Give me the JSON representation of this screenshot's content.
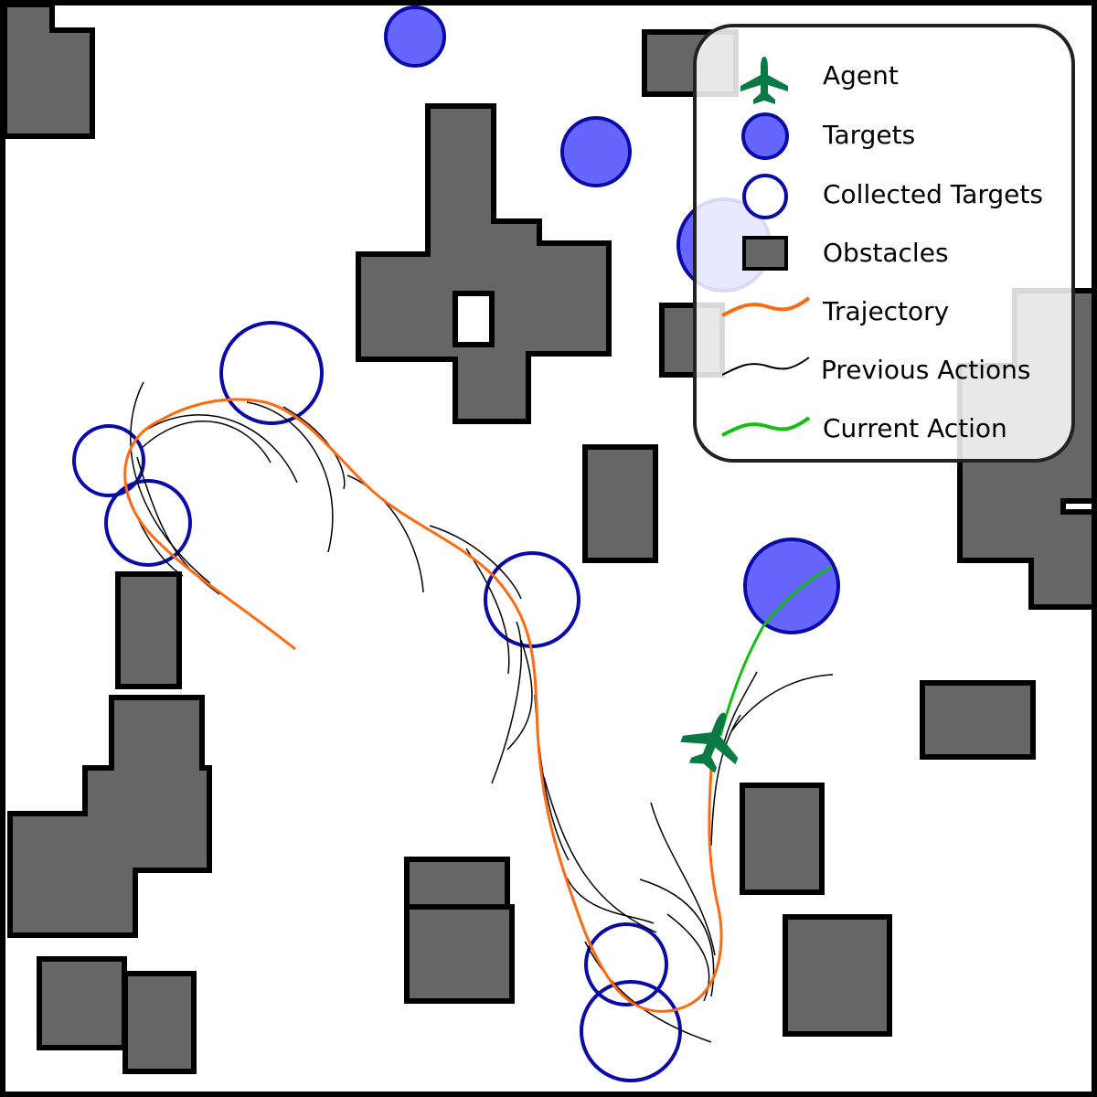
{
  "scene": {
    "colors": {
      "obstacle_fill": "#666666",
      "obstacle_stroke": "#000000",
      "target_fill": "#6666ff",
      "target_stroke": "#0a0aa8",
      "trajectory": "#ff6a10",
      "previous_actions": "#000000",
      "current_action": "#14bf14",
      "agent": "#0a7a45",
      "legend_border": "#222222",
      "legend_background": "rgba(255,255,255,0.85)"
    },
    "agent_icon": "airplane-icon"
  },
  "legend": {
    "items": [
      {
        "key": "agent",
        "label": "Agent",
        "icon": "airplane-icon"
      },
      {
        "key": "targets",
        "label": "Targets",
        "icon": "filled-circle-icon"
      },
      {
        "key": "collected",
        "label": "Collected Targets",
        "icon": "hollow-circle-icon"
      },
      {
        "key": "obstacles",
        "label": "Obstacles",
        "icon": "square-icon"
      },
      {
        "key": "trajectory",
        "label": "Trajectory",
        "icon": "orange-wave-icon"
      },
      {
        "key": "previous",
        "label": "Previous Actions",
        "icon": "black-wave-icon"
      },
      {
        "key": "current",
        "label": "Current Action",
        "icon": "green-wave-icon"
      }
    ]
  }
}
